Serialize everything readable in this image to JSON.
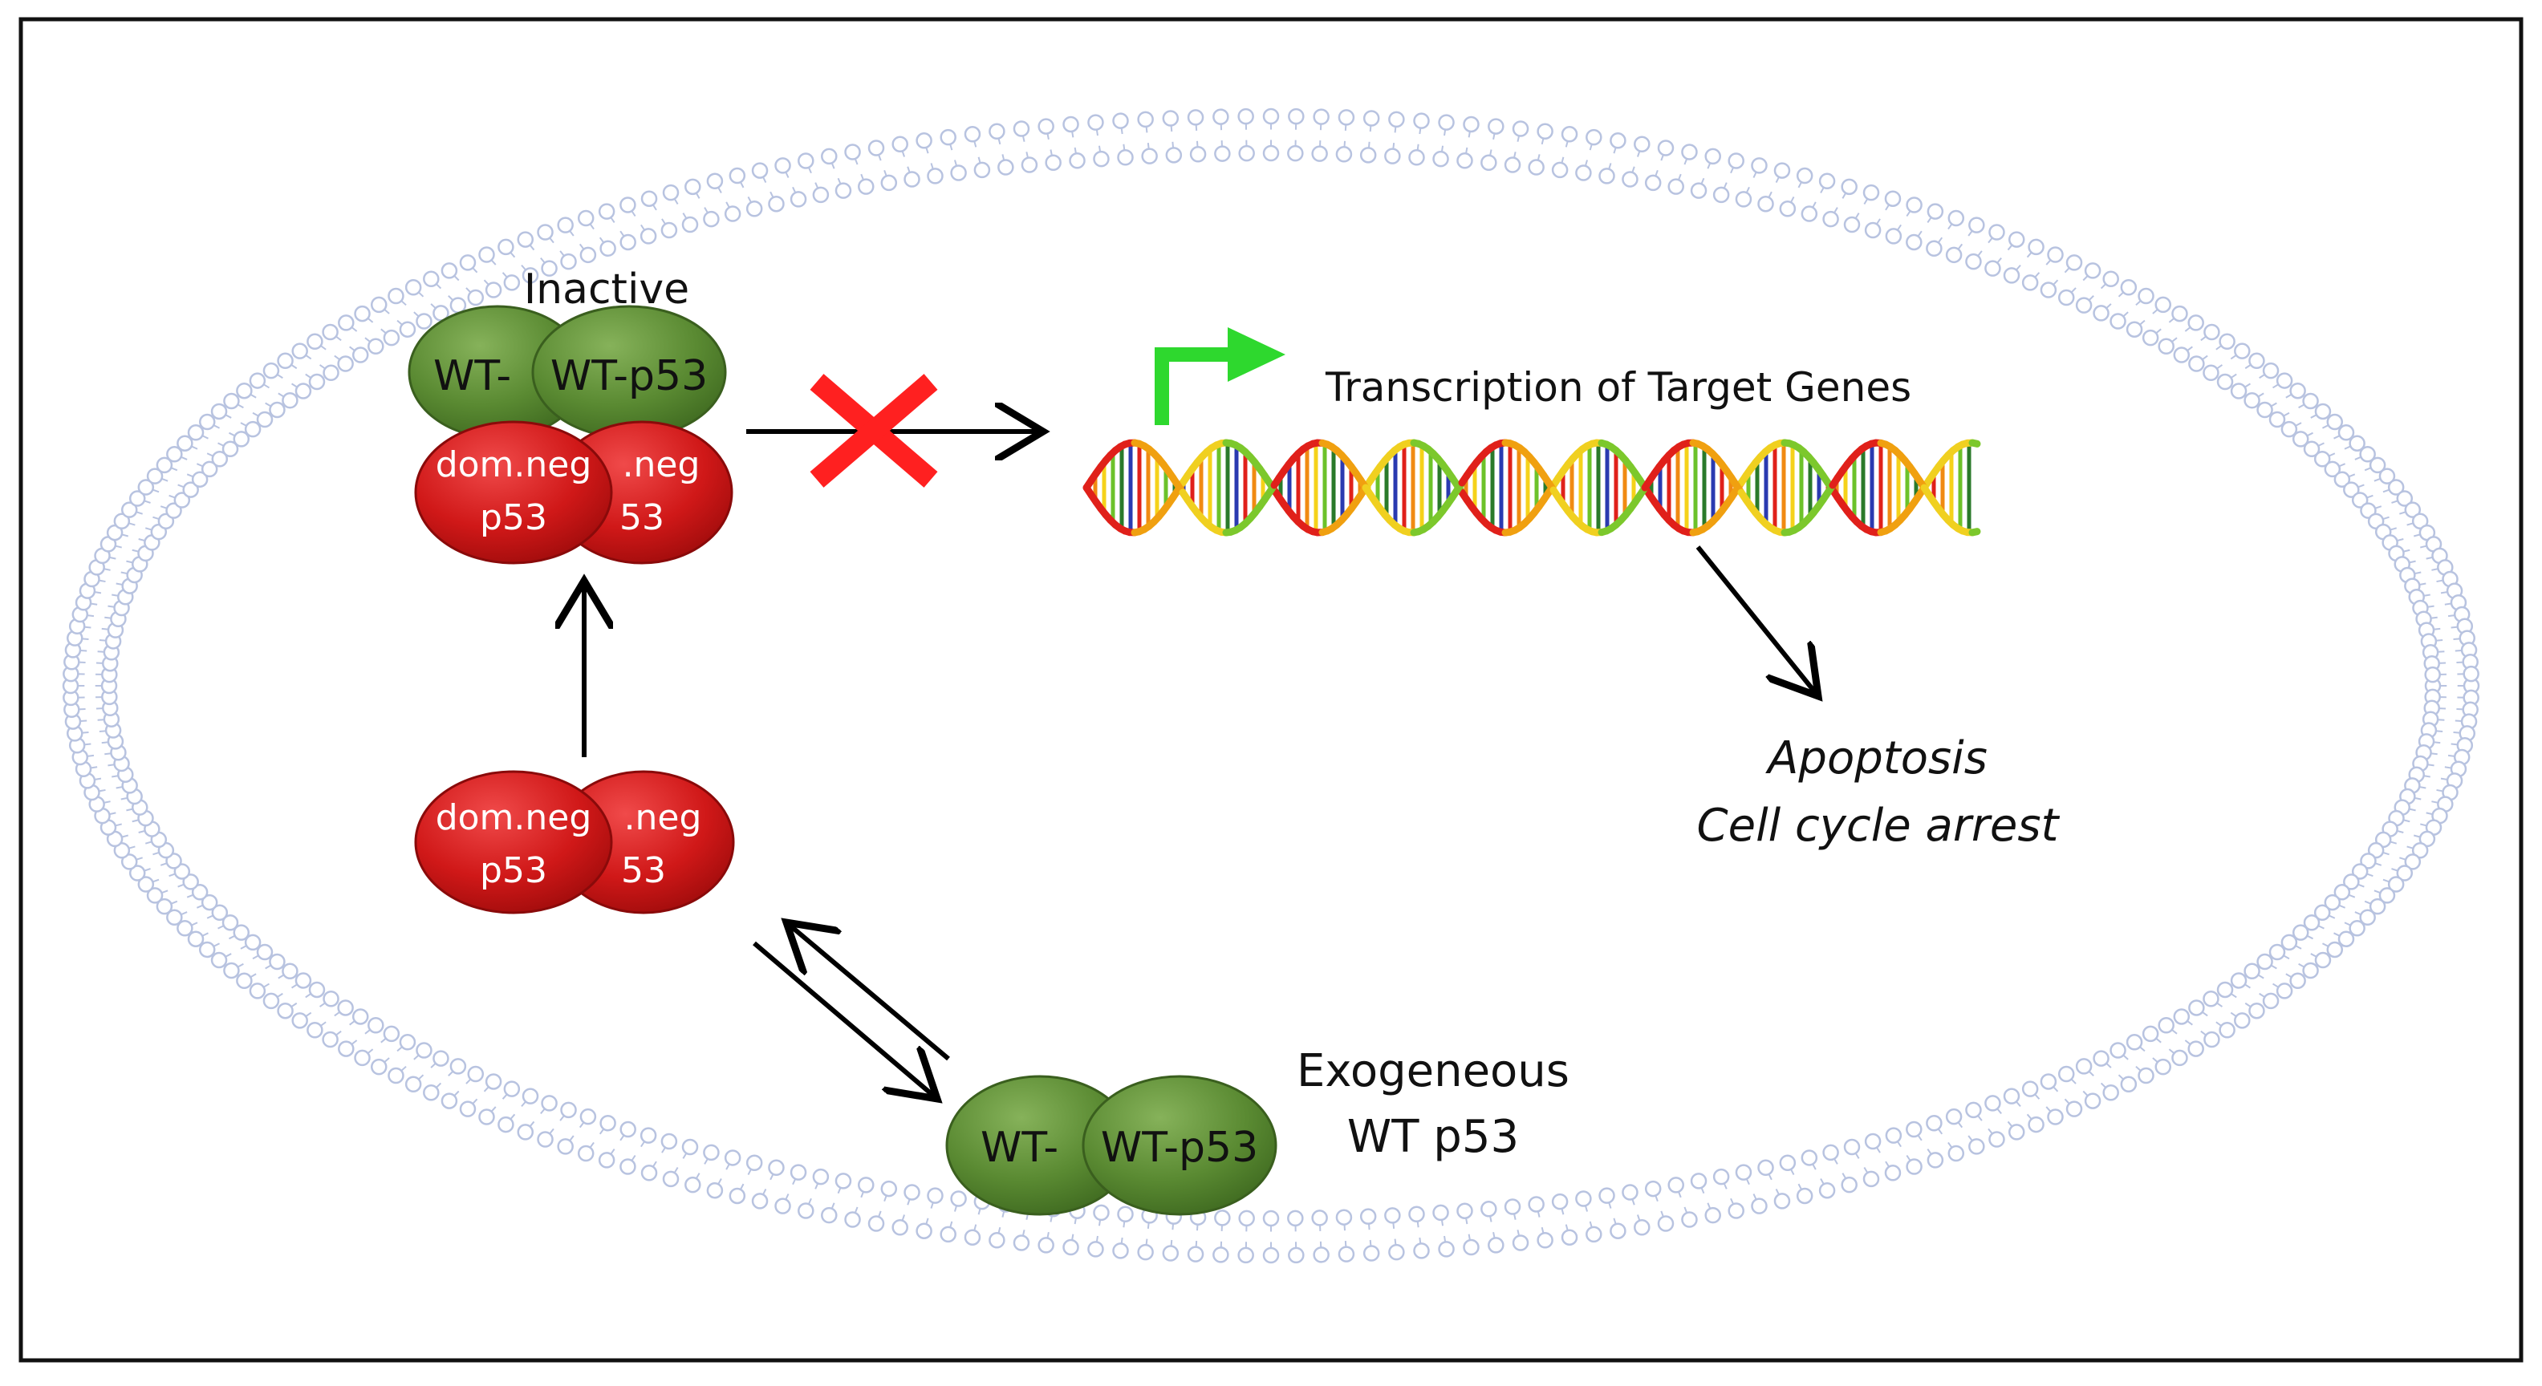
{
  "labels": {
    "inactive": "Inactive",
    "transcription": "Transcription of Target Genes",
    "apoptosis": "Apoptosis",
    "cell_cycle_arrest": "Cell cycle arrest",
    "exogeneous_line1": "Exogeneous",
    "exogeneous_line2": "WT p53"
  },
  "proteins": {
    "wt_back": "WT-",
    "wt_front": "WT-p53",
    "domneg_back_line1": ".neg",
    "domneg_back_line2": "53",
    "domneg_front_line1": "dom.neg",
    "domneg_front_line2": "p53"
  },
  "colors": {
    "wt_green": "#5a8a32",
    "domneg_red": "#d01818",
    "membrane": "#b8c3e0",
    "promoter_arrow": "#2ed82e",
    "block_cross": "#ff2020",
    "arrow": "#000000"
  }
}
